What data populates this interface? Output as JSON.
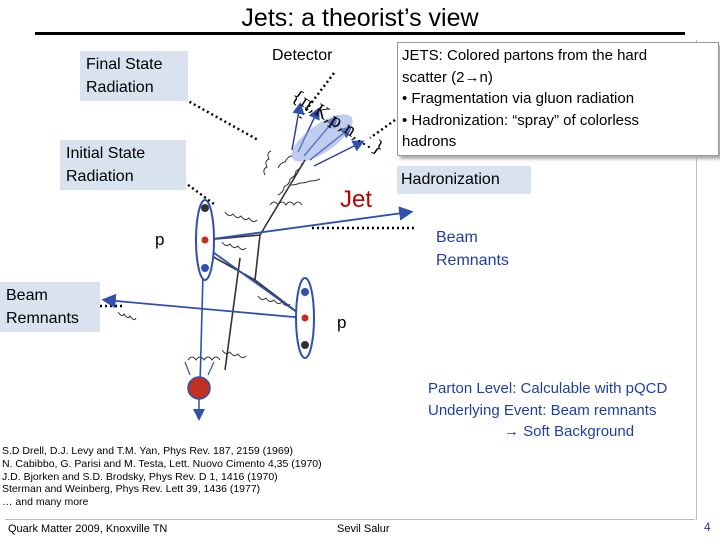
{
  "title": "Jets: a theorist’s view",
  "labels": {
    "final_state": [
      "Final State",
      "Radiation"
    ],
    "initial_state": [
      "Initial State",
      "Radiation"
    ],
    "beam_remnants_left": [
      "Beam",
      "Remnants"
    ],
    "beam_remnants_right": [
      "Beam",
      "Remnants"
    ],
    "detector": "Detector",
    "hadronization": "Hadronization",
    "jet": "Jet",
    "p_left": "p",
    "p_right": "p",
    "hadron_set": "{π,K,p,n,…}"
  },
  "jets_box": [
    "JETS: Colored  partons from the hard",
    "scatter (2→n)",
    "• Fragmentation via gluon radiation",
    "• Hadronization: “spray” of colorless",
    "hadrons"
  ],
  "parton_text": [
    "Parton Level: Calculable with pQCD",
    "Underlying Event: Beam remnants",
    "→ Soft Background"
  ],
  "references": [
    "S.D Drell, D.J. Levy and T.M. Yan, Phys Rev. 187, 2159 (1969)",
    "N. Cabibbo, G. Parisi and M. Testa, Lett. Nuovo Cimento 4,35 (1970)",
    "J.D. Bjorken and S.D. Brodsky, Phys Rev. D 1, 1416 (1970)",
    "Sterman and Weinberg, Phys Rev. Lett 39, 1436 (1977)",
    "… and many more"
  ],
  "footer": {
    "left": "Quark Matter 2009, Knoxville TN",
    "middle": "Sevil Salur",
    "page": "4"
  },
  "colors": {
    "beam_line": "#3050b0",
    "proton_fill": "#c03020",
    "label_bg": "#d9e3f0",
    "jet_red": "#c00000",
    "blue_text": "#1f3fa0"
  }
}
